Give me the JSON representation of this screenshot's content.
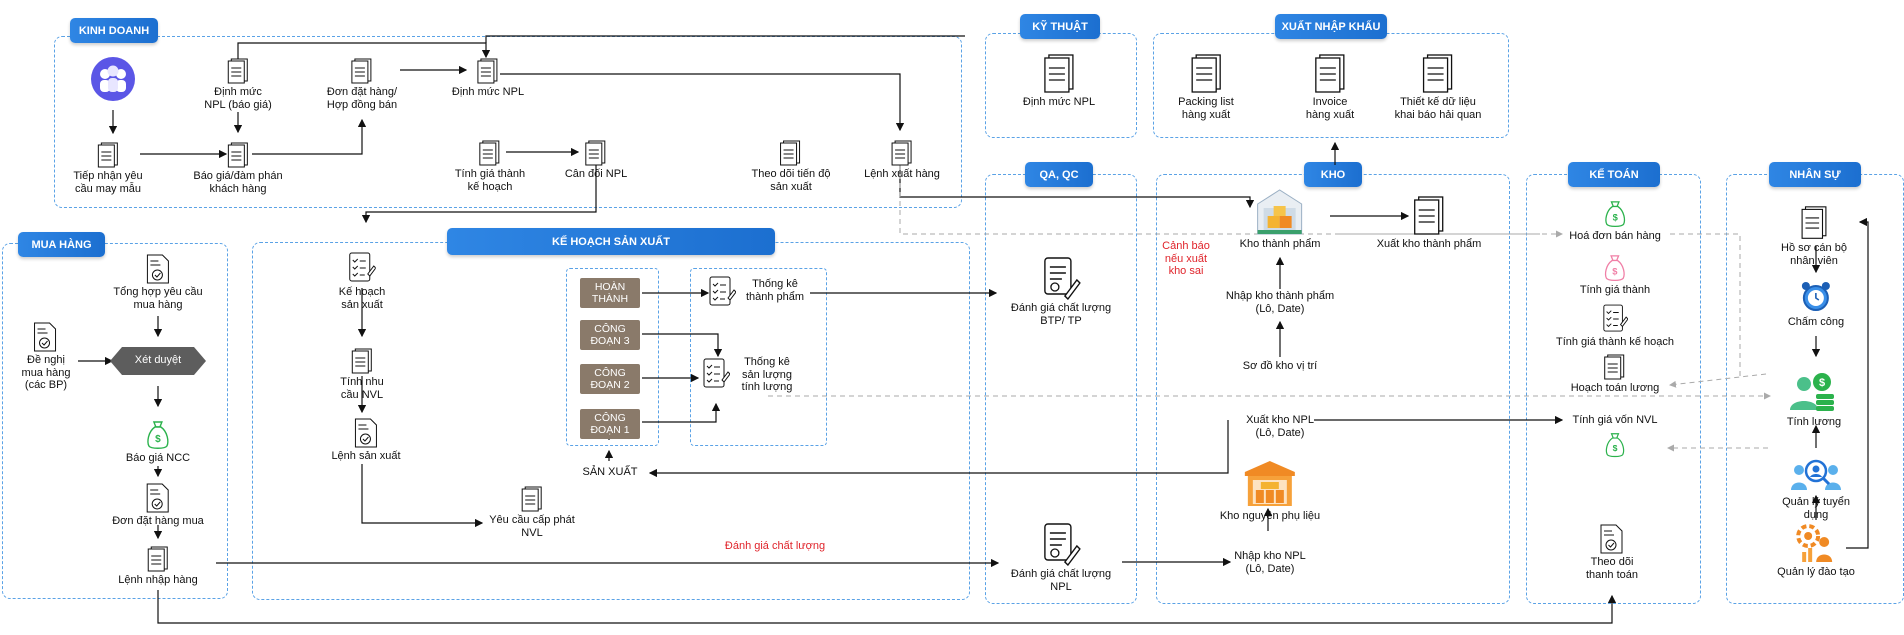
{
  "groups": {
    "kinh_doanh": "KINH DOANH",
    "ky_thuat": "KỸ THUẬT",
    "xuat_nhap_khau": "XUẤT NHẬP KHẨU",
    "mua_hang": "MUA HÀNG",
    "ke_hoach_san_xuat": "KẾ HOẠCH SẢN XUẤT",
    "qa_qc": "QA, QC",
    "kho": "KHO",
    "ke_toan": "KẾ TOÁN",
    "nhan_su": "NHÂN SỰ"
  },
  "nodes": {
    "tiep_nhan": "Tiếp nhận yêu\ncầu may mẫu",
    "dinh_muc_bao_gia": "Định mức\nNPL (báo giá)",
    "bao_gia_dam_phan": "Báo giá/đàm phán\nkhách hàng",
    "don_dat_hang": "Đơn đặt hàng/\nHợp đồng bán",
    "dinh_muc_npl_kd": "Định mức NPL",
    "tinh_gia_thanh_kh": "Tính giá thành\nkế hoạch",
    "can_doi_npl": "Cân đối NPL",
    "theo_doi_tien_do": "Theo dõi tiến độ\nsản xuất",
    "lenh_xuat_hang": "Lệnh xuất hàng",
    "dinh_muc_npl_kt": "Định mức NPL",
    "packing_list": "Packing list\nhàng xuất",
    "invoice": "Invoice\nhàng xuất",
    "thiet_ke_du_lieu": "Thiết kế dữ liệu\nkhai báo hải quan",
    "tong_hop_yc": "Tổng hợp yêu cầu\nmua hàng",
    "de_nghi": "Đề nghị\nmua hàng\n(các BP)",
    "xet_duyet": "Xét duyệt",
    "bao_gia_ncc": "Báo giá NCC",
    "don_dat_hang_mua": "Đơn đặt hàng mua",
    "lenh_nhap_hang": "Lệnh nhập hàng",
    "ke_hoach_sx": "Kế hoạch\nsản xuất",
    "tinh_nhu_cau": "Tính nhu\ncầu NVL",
    "lenh_san_xuat": "Lệnh sản xuất",
    "yeu_cau_cap_phat": "Yêu cầu cấp phát\nNVL",
    "hoan_thanh": "HOÀN\nTHÀNH",
    "cong_doan_3": "CÔNG\nĐOẠN 3",
    "cong_doan_2": "CÔNG\nĐOẠN 2",
    "cong_doan_1": "CÔNG\nĐOẠN 1",
    "san_xuat": "SẢN XUẤT",
    "thong_ke_tp": "Thống kê\nthành phẩm",
    "thong_ke_sl": "Thống kê\nsản lượng\ntính lượng",
    "danh_gia_cl_label": "Đánh giá chất lượng",
    "dg_btp": "Đánh giá chất lượng\nBTP/ TP",
    "dg_npl": "Đánh giá chất lượng\nNPL",
    "canh_bao": "Cảnh báo\nnếu xuất\nkho sai",
    "kho_thanh_pham": "Kho thành phẩm",
    "xuat_kho_tp": "Xuất kho thành phẩm",
    "nhap_kho_tp": "Nhập kho thành phẩm\n(Lô, Date)",
    "so_do_kho": "Sơ đồ kho vị trí",
    "xuat_kho_npl": "Xuất kho NPL\n(Lô, Date)",
    "kho_npl": "Kho nguyên phụ liệu",
    "nhap_kho_npl": "Nhập kho NPL\n(Lô, Date)",
    "hoa_don": "Hoá đơn bán hàng",
    "tinh_gia_thanh": "Tính giá thành",
    "tinh_gia_thanh_kh2": "Tính giá thành kế hoạch",
    "hoach_toan_luong": "Hoạch toán lương",
    "tinh_gia_von": "Tính giá vốn NVL",
    "theo_doi_thanh_toan": "Theo dõi\nthanh toán",
    "ho_so_can_bo": "Hồ sơ cán bộ nhân viên",
    "cham_cong": "Chấm công",
    "tinh_luong": "Tính lương",
    "quan_ly_tuyen_dung": "Quản lý tuyển dụng",
    "quan_ly_dao_tao": "Quản lý đào tạo"
  },
  "colors": {
    "group_border": "#5aa2e6",
    "tag_bg": "#2272d6",
    "stage_bg": "#8a7a6a",
    "warning": "#e0242b",
    "money_green": "#2bb24c",
    "money_pink": "#f07fa6"
  }
}
